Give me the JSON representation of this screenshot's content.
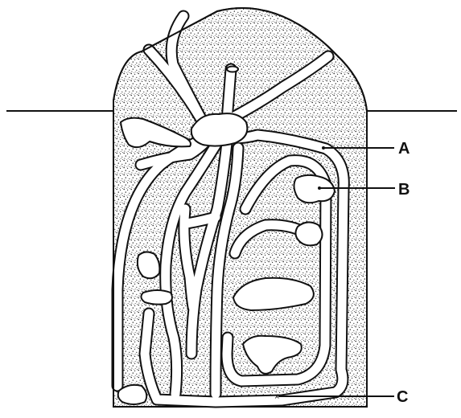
{
  "diagram": {
    "labels": {
      "a": "A",
      "b": "B",
      "c": "C"
    }
  },
  "colors": {
    "ink": "#111111",
    "paper": "#ffffff",
    "stipple": "#1a1a1a"
  }
}
